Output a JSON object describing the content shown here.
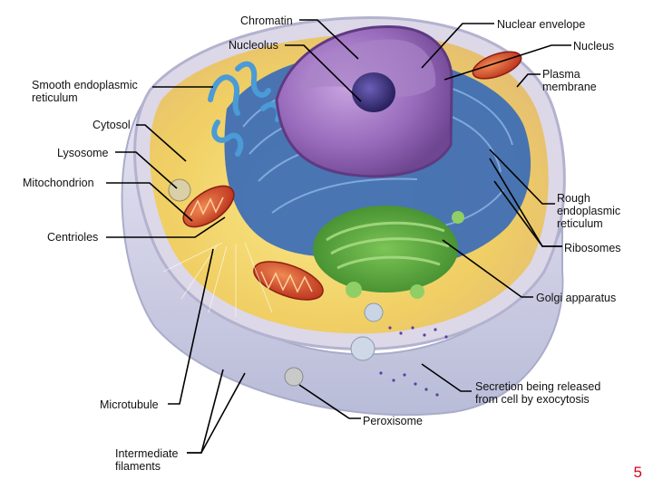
{
  "labels": {
    "chromatin": "Chromatin",
    "nuclear_envelope": "Nuclear envelope",
    "nucleolus": "Nucleolus",
    "nucleus": "Nucleus",
    "smooth_er": "Smooth endoplasmic\nreticulum",
    "plasma_membrane": "Plasma\nmembrane",
    "cytosol": "Cytosol",
    "lysosome": "Lysosome",
    "mitochondrion": "Mitochondrion",
    "rough_er": "Rough\nendoplasmic\nreticulum",
    "centrioles": "Centrioles",
    "ribosomes": "Ribosomes",
    "golgi": "Golgi apparatus",
    "secretion": "Secretion being released\nfrom cell by exocytosis",
    "microtubule": "Microtubule",
    "peroxisome": "Peroxisome",
    "intermediate_filaments": "Intermediate\nfilaments"
  },
  "page_number": "5",
  "colors": {
    "cell_fill": "#e9d9a8",
    "cytoplasm": "#f6dc6a",
    "cell_edge": "#cfd3e8",
    "nucleus": "#8a5aa8",
    "nucleus_light": "#b48bd0",
    "nucleolus": "#3a2f78",
    "rough_er": "#3f6fb5",
    "smooth_er": "#4a9bd6",
    "golgi": "#5aa83c",
    "mitochondrion": "#d6452a",
    "leader_line": "#000000",
    "page_number": "#d8001c"
  }
}
